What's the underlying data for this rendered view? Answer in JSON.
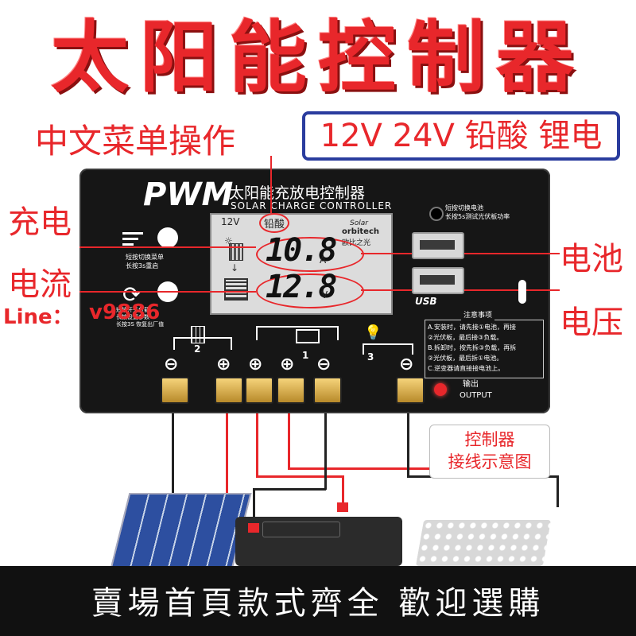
{
  "title": "太阳能控制器",
  "subtitle_left": "中文菜单操作",
  "spec": "12V 24V 铅酸 锂电",
  "panel": {
    "brand": "PWM",
    "title_cn": "太阳能充放电控制器",
    "title_en": "SOLAR CHARGE CONTROLLER",
    "switch_text": "短按切换电池\n长按5s测试光伏板功率",
    "left_btn_text": "短按切换菜单\n长按3s重启",
    "left_btn2_text": "短按开关负载\n长按设置参数\n长按3S 恢复出厂值",
    "usb_logo": "USB",
    "notes_title": "注意事项",
    "notes_body": "A.安装时，请先接①电池，再接\n②光伏板，最后接③负载。\nB.拆卸时，按先拆③负载，再拆\n②光伏板，最后拆①电池。\nC.逆变器请直接接电池上。",
    "output_label_cn": "输出",
    "output_label_en": "OUTPUT",
    "terminal_num_2": "2",
    "terminal_num_1": "1",
    "terminal_num_3": "3"
  },
  "lcd": {
    "voltage_mode": "12V",
    "battery_type": "铅酸",
    "brand_top": "Solar",
    "brand_mid": "orbitech",
    "brand_bottom": "欧比之光",
    "current_value": "10.8",
    "current_unit": "A",
    "voltage_value": "12.8",
    "voltage_unit": "V"
  },
  "labels": {
    "charge": "充电",
    "current": "电流",
    "battery": "电池",
    "voltage": "电压"
  },
  "watermark": {
    "line": "Line：",
    "id": "v9886"
  },
  "caption": "控制器\n接线示意图",
  "bottom_banner": "賣場首頁款式齊全 歡迎選購",
  "colors": {
    "accent_red": "#e8272b",
    "box_blue": "#2a3c9e",
    "panel_black": "#161616"
  }
}
